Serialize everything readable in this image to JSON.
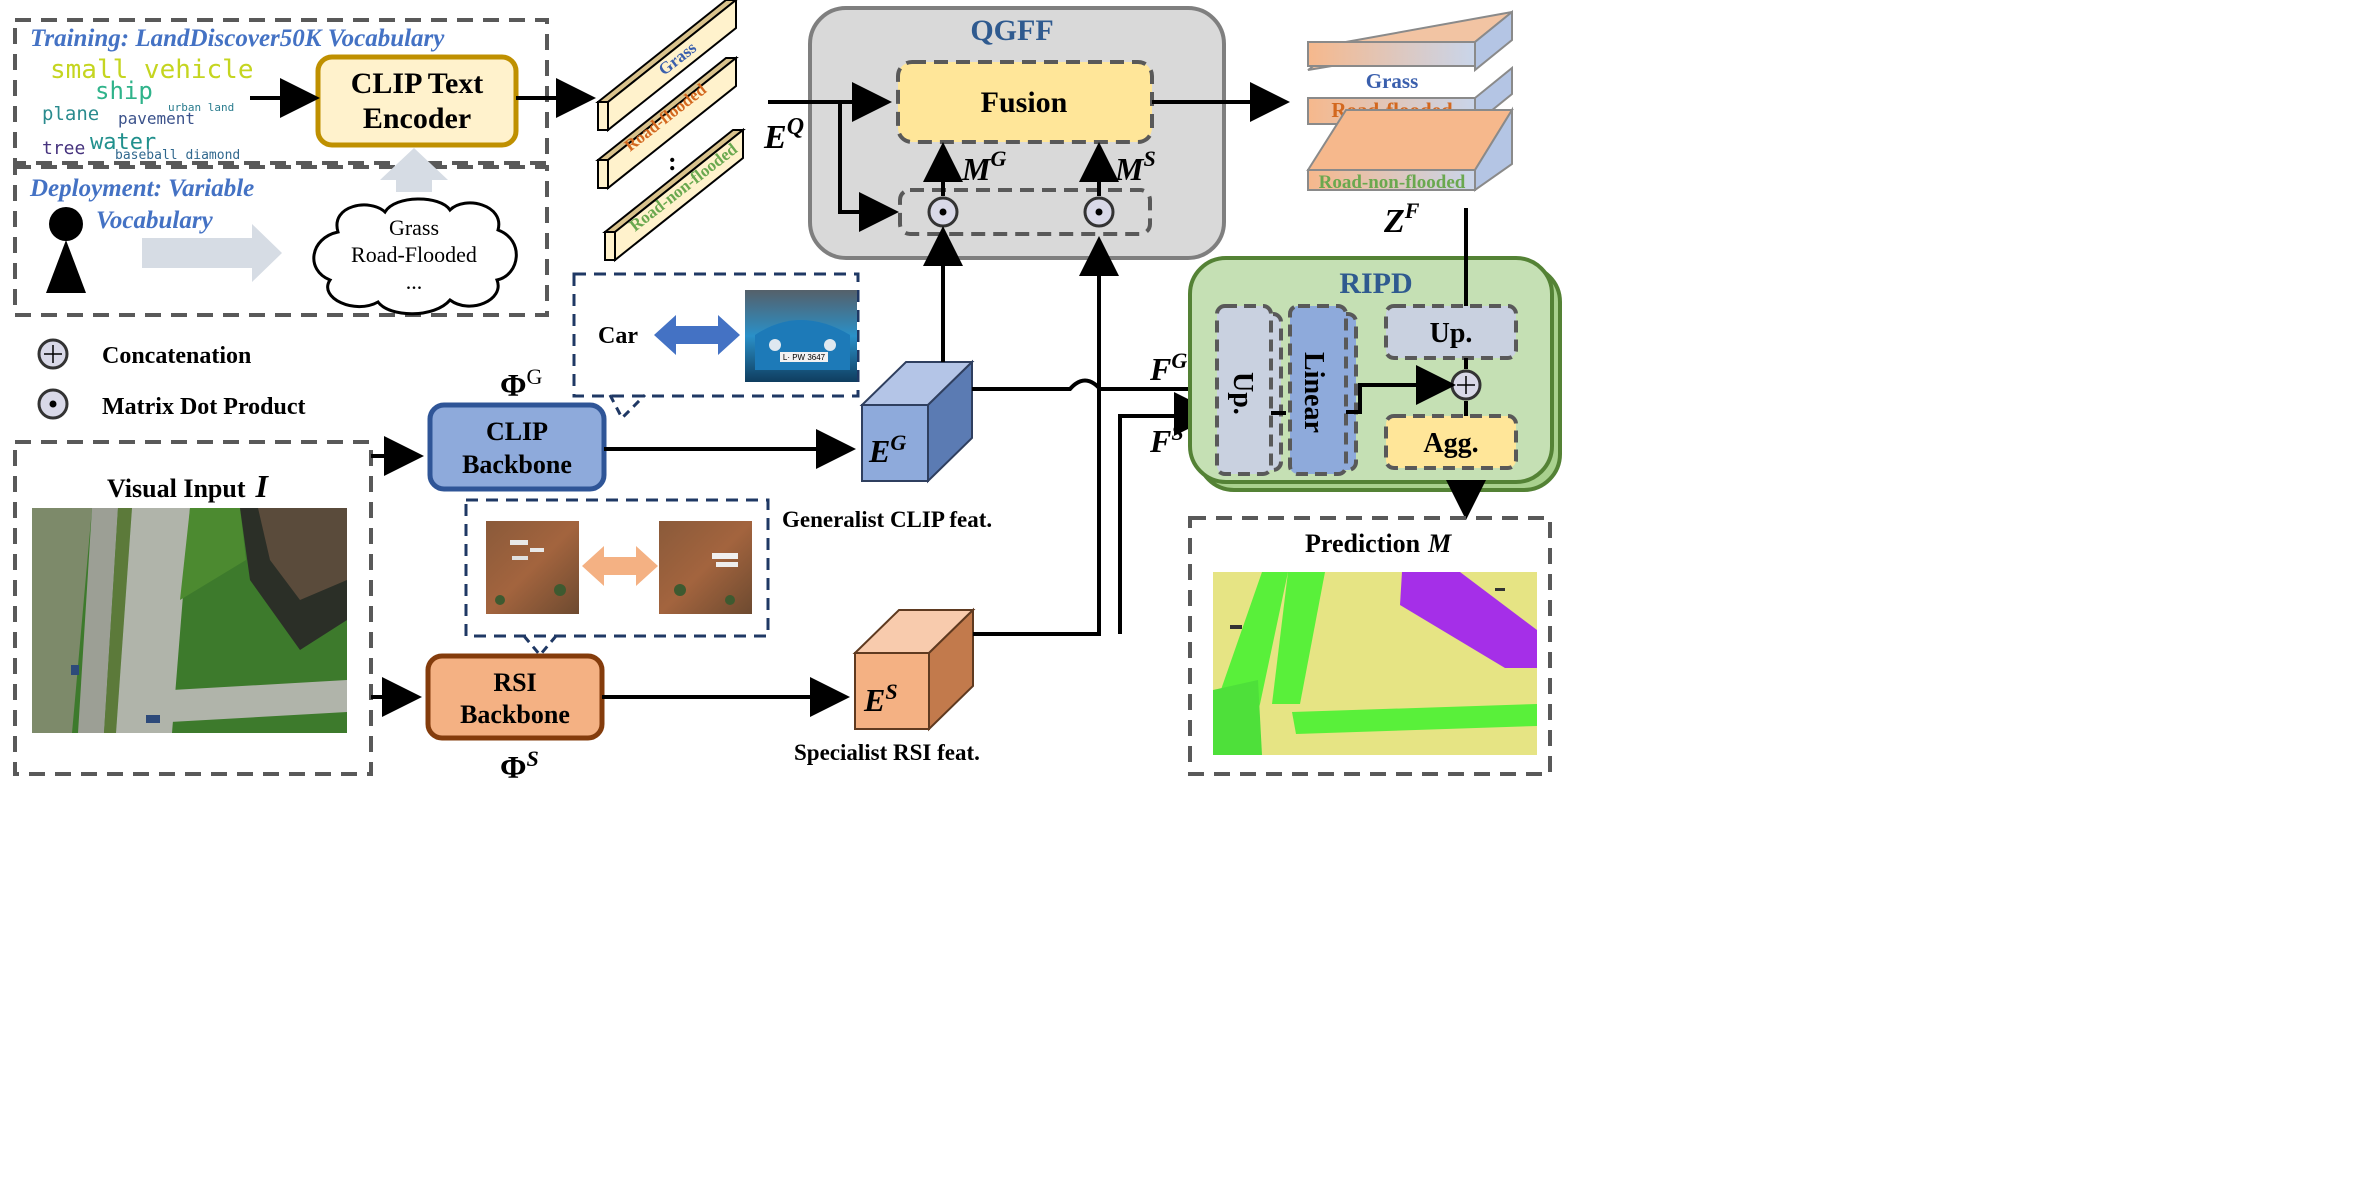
{
  "training": {
    "label": "Training: LandDiscover50K Vocabulary"
  },
  "wordcloud": [
    "small vehicle",
    "ship",
    "urban land",
    "plane",
    "pavement",
    "tree",
    "water",
    "baseball diamond"
  ],
  "deployment": {
    "line1": "Deployment: Variable",
    "line2": "Vocabulary"
  },
  "clip_text_encoder": {
    "line1": "CLIP Text",
    "line2": "Encoder"
  },
  "cloud": {
    "line1": "Grass",
    "line2": "Road-Flooded",
    "line3": "..."
  },
  "embed_bars": [
    "Grass",
    "Road-flooded",
    "Road-non-flooded"
  ],
  "embed_dots": ":",
  "eq": {
    "base": "E",
    "sup": "Q"
  },
  "qgff": {
    "title": "QGFF",
    "fusion": "Fusion",
    "mg_base": "M",
    "mg_sup": "G",
    "ms_base": "M",
    "ms_sup": "S"
  },
  "zf": {
    "base": "Z",
    "sup": "F",
    "labels": [
      "Grass",
      "Road-flooded",
      "Road-non-flooded"
    ],
    "dots": "⋮"
  },
  "legend": {
    "concat": "Concatenation",
    "dot": "Matrix Dot Product"
  },
  "car": {
    "label": "Car"
  },
  "car_plate": "L· PW 3647",
  "phi_g": {
    "base": "Φ",
    "sup": "G"
  },
  "phi_s": {
    "base": "Φ",
    "sup": "S"
  },
  "clip_backbone": {
    "line1": "CLIP",
    "line2": "Backbone"
  },
  "rsi_backbone": {
    "line1": "RSI",
    "line2": "Backbone"
  },
  "eg": {
    "base": "E",
    "sup": "G"
  },
  "es": {
    "base": "E",
    "sup": "S"
  },
  "generalist": "Generalist CLIP feat.",
  "specialist": "Specialist RSI feat.",
  "visual_input": {
    "label": "Visual Input",
    "sym": "I"
  },
  "fg": {
    "base": "F",
    "sup": "G"
  },
  "fs": {
    "base": "F",
    "sup": "S"
  },
  "ripd": {
    "title": "RIPD",
    "up1": "Up.",
    "linear": "Linear",
    "up2": "Up.",
    "agg": "Agg."
  },
  "prediction": {
    "label": "Prediction",
    "sym": "M"
  },
  "colors": {
    "accent_blue": "#3a5fad",
    "title_blue": "#2f5a8f",
    "embed_orange": "#d3681f",
    "embed_green": "#6aa84f",
    "clip_box": "#8eaadb",
    "rsi_box": "#f4b183",
    "fusion_fill": "#ffe699"
  }
}
